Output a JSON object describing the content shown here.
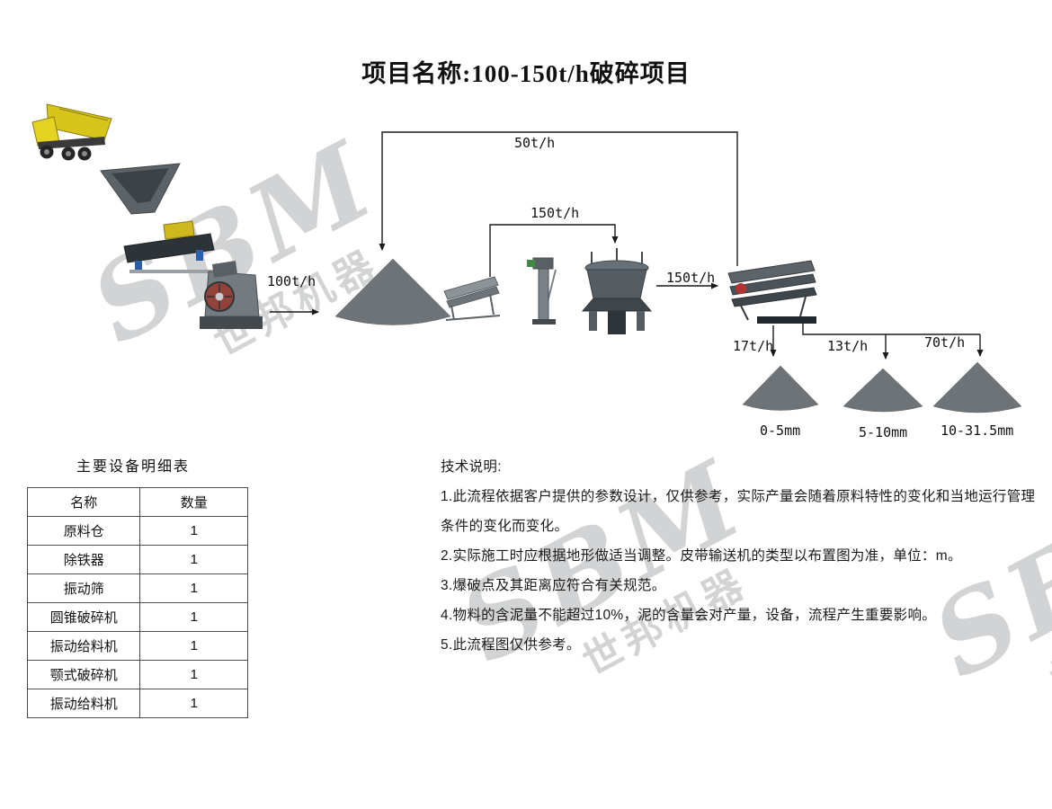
{
  "title": "项目名称:100-150t/h破碎项目",
  "flow": {
    "rates": {
      "jaw_to_stockpile": "100t/h",
      "return_line": "50t/h",
      "screen_to_cone_crusher": "150t/h",
      "cone_crusher_to_screen": "150t/h",
      "product_fine": "17t/h",
      "product_medium": "13t/h",
      "product_coarse": "70t/h"
    },
    "product_sizes": {
      "fine": "0-5mm",
      "medium": "5-10mm",
      "coarse": "10-31.5mm"
    },
    "equipment_icons": [
      "dump-truck-icon",
      "hopper-icon",
      "feeder-iron-remover-icon",
      "jaw-crusher-icon",
      "stockpile-icon",
      "small-vibrating-screen-icon",
      "bucket-elevator-icon",
      "cone-crusher-icon",
      "large-vibrating-screen-icon",
      "product-pile-fine-icon",
      "product-pile-medium-icon",
      "product-pile-coarse-icon"
    ]
  },
  "equipment_table": {
    "title": "主要设备明细表",
    "headers": [
      "名称",
      "数量"
    ],
    "rows": [
      [
        "原料仓",
        "1"
      ],
      [
        "除铁器",
        "1"
      ],
      [
        "振动筛",
        "1"
      ],
      [
        "圆锥破碎机",
        "1"
      ],
      [
        "振动给料机",
        "1"
      ],
      [
        "颚式破碎机",
        "1"
      ],
      [
        "振动给料机",
        "1"
      ]
    ]
  },
  "notes": {
    "title": "技术说明:",
    "items": [
      "1.此流程依据客户提供的参数设计，仅供参考，实际产量会随着原料特性的变化和当地运行管理条件的变化而变化。",
      "2.实际施工时应根据地形做适当调整。皮带输送机的类型以布置图为准，单位：m。",
      "3.爆破点及其距离应符合有关规范。",
      "4.物料的含泥量不能超过10%，泥的含量会对产量，设备，流程产生重要影响。",
      "5.此流程图仅供参考。"
    ]
  },
  "watermark": {
    "brand": "SBM",
    "text": "世邦机器"
  }
}
